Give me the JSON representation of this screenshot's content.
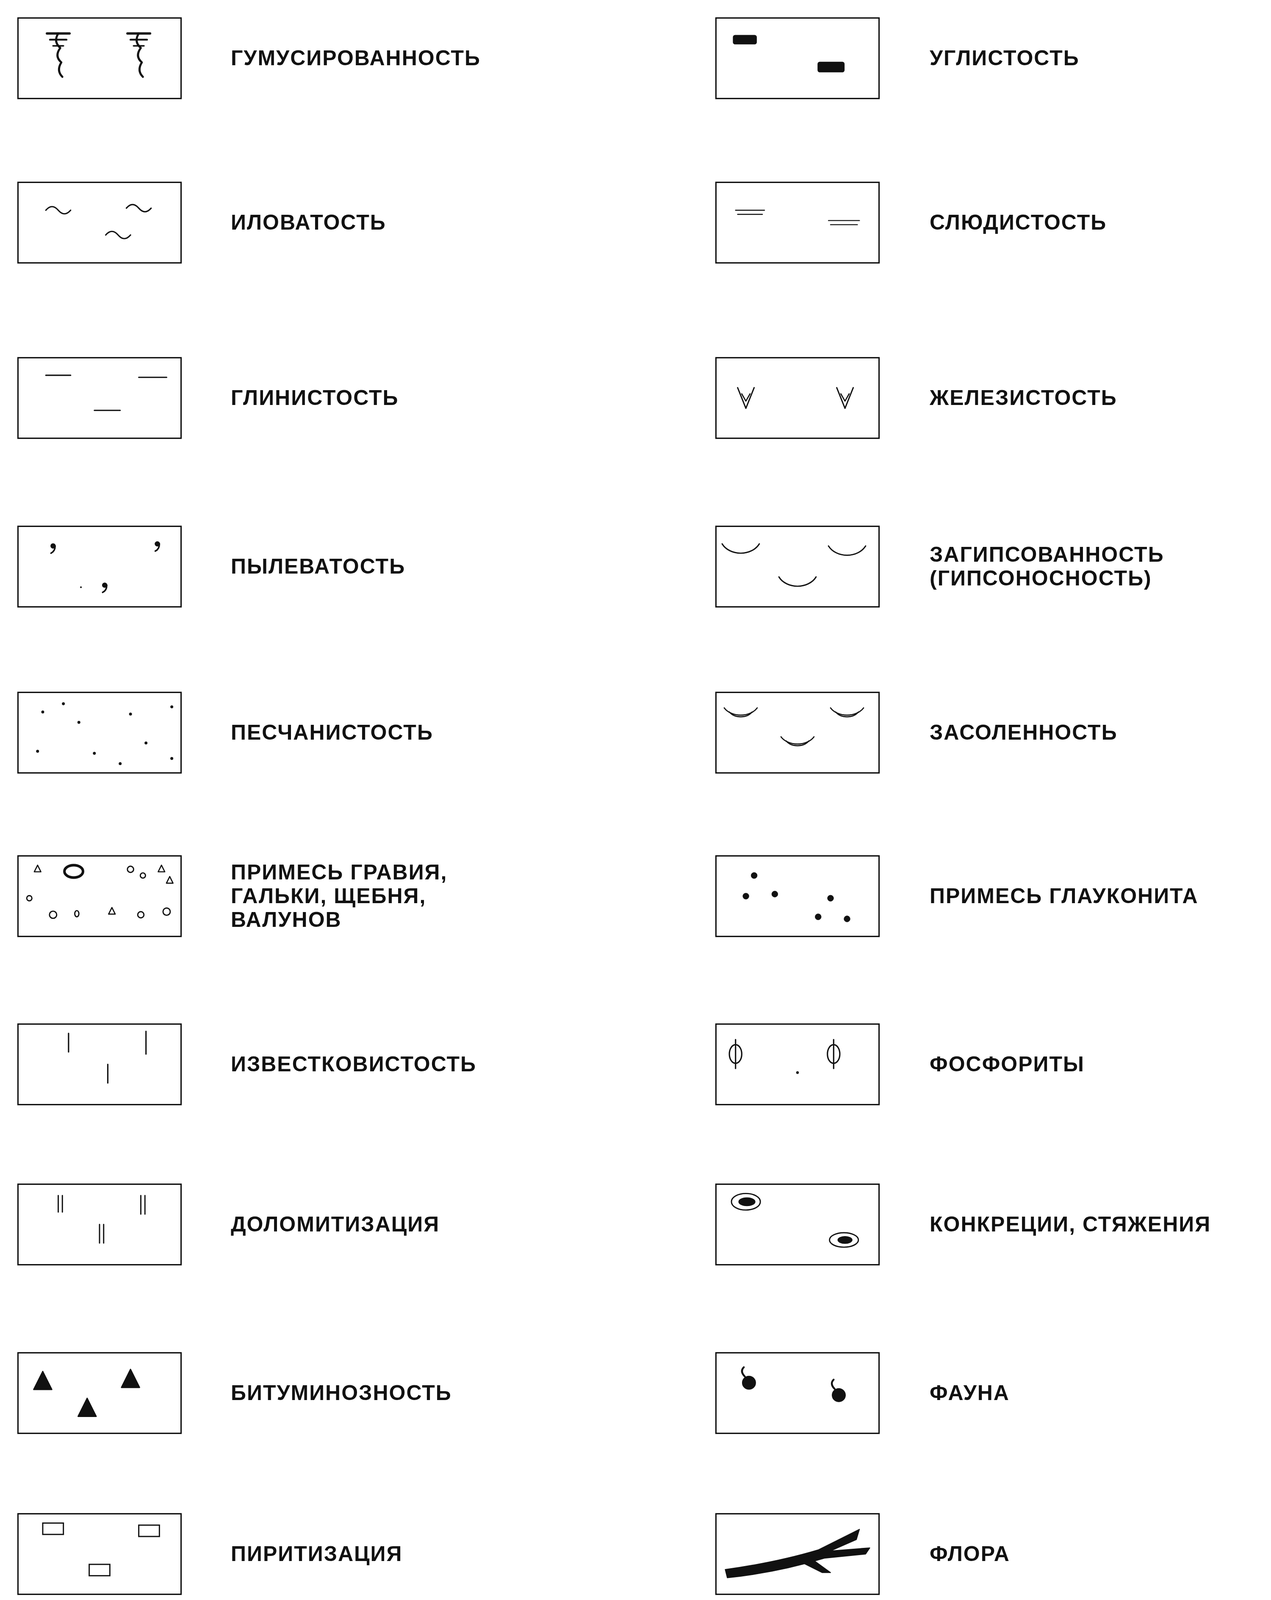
{
  "diagram": {
    "legend": [
      {
        "text": "ГУМУСИРОВАННОСТЬ"
      },
      {
        "text": "ИЛОВАТОСТЬ"
      },
      {
        "text": "ГЛИНИСТОСТЬ"
      },
      {
        "text": "ПЫЛЕВАТОСТЬ"
      },
      {
        "text": "ПЕСЧАНИСТОСТЬ"
      },
      {
        "text": "ПРИМЕСЬ ГРАВИЯ, ГАЛЬКИ, ЩЕБНЯ, ВАЛУНОВ"
      },
      {
        "text": "ИЗВЕСТКОВИСТОСТЬ"
      },
      {
        "text": "ДОЛОМИТИЗАЦИЯ"
      },
      {
        "text": "БИТУМИНОЗНОСТЬ"
      },
      {
        "text": "ПИРИТИЗАЦИЯ"
      },
      {
        "text": "УГЛИСТОСТЬ"
      },
      {
        "text": "СЛЮДИСТОСТЬ"
      },
      {
        "text": "ЖЕЛЕЗИСТОСТЬ"
      },
      {
        "text": "ЗАГИПСОВАННОСТЬ (ГИПСОНОСНОСТЬ)"
      },
      {
        "text": "ЗАСОЛЕННОСТЬ"
      },
      {
        "text": "ПРИМЕСЬ ГЛАУКОНИТА"
      },
      {
        "text": "ФОСФОРИТЫ"
      },
      {
        "text": "КОНКРЕЦИИ, СТЯЖЕНИЯ"
      },
      {
        "text": "ФАУНА"
      },
      {
        "text": "ФЛОРА"
      }
    ]
  }
}
